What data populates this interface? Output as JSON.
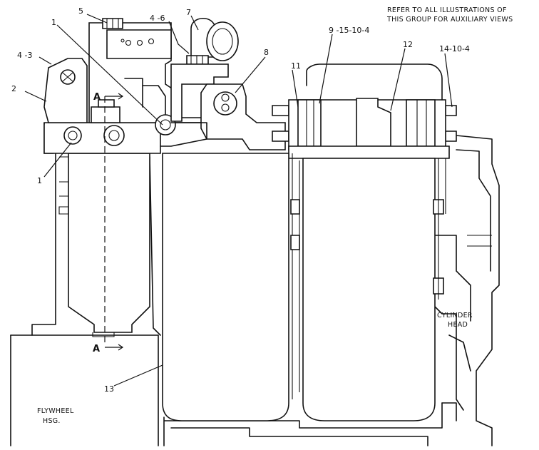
{
  "note": {
    "line1": "REFER TO ALL ILLUSTRATIONS OF",
    "line2": "THIS GROUP FOR AUXILIARY VIEWS"
  },
  "callouts": {
    "c5": "5",
    "c1_top": "1",
    "c4_6": "4 -6",
    "c7": "7",
    "c9": "9 -15-10-4",
    "c12": "12",
    "c14": "14-10-4",
    "c4_3": "4 -3",
    "c2": "2",
    "c8": "8",
    "c11": "11",
    "c1_bottom": "1",
    "c13": "13"
  },
  "section": {
    "top": "A",
    "bottom": "A"
  },
  "labels": {
    "cylinder_line1": "CYLINDER",
    "cylinder_line2": "HEAD",
    "flywheel_line1": "FLYWHEEL",
    "flywheel_line2": "HSG."
  }
}
